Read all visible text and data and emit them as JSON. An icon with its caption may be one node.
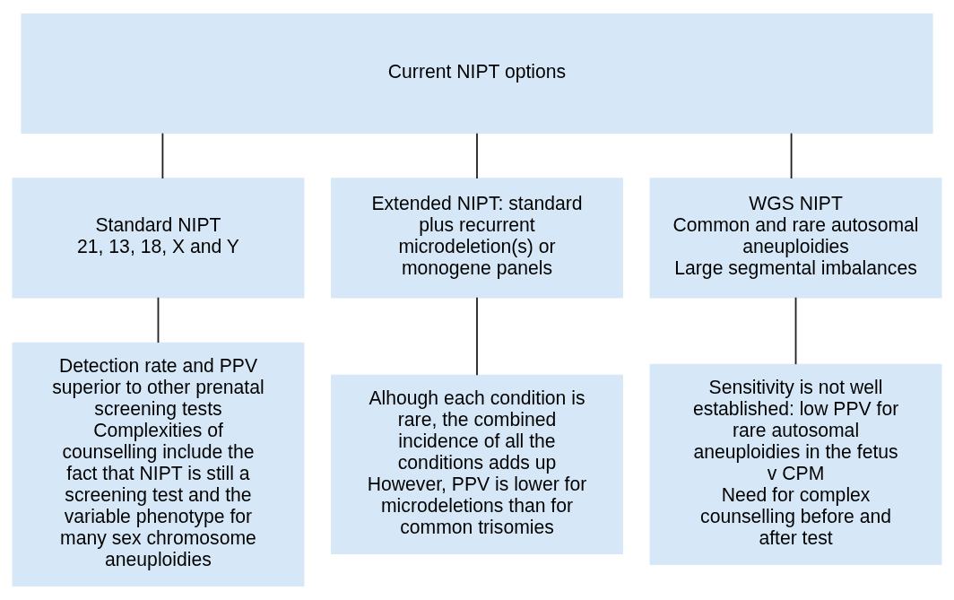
{
  "diagram": {
    "nodes": [
      {
        "text": [
          "Current NIPT options"
        ]
      },
      {
        "text": [
          "Standard NIPT",
          "21, 13, 18, X and Y"
        ]
      },
      {
        "text": [
          "Extended NIPT: standard plus recurrent microdeletion(s) or monogene panels"
        ]
      },
      {
        "text": [
          "WGS NIPT",
          "Common and rare autosomal aneuploidies",
          "Large segmental imbalances"
        ]
      },
      {
        "text": [
          "Detection rate and PPV superior to other prenatal screening tests",
          "Complexities of counselling include the fact that NIPT is still a screening test and the variable phenotype for many sex chromosome aneuploidies"
        ]
      },
      {
        "text": [
          "Alhough each condition is rare, the combined incidence of all the conditions adds up",
          "However, PPV is lower for microdeletions than for common trisomies"
        ]
      },
      {
        "text": [
          "Sensitivity is not well established: low PPV for rare autosomal aneuploidies in the fetus v CPM",
          "Need for complex counselling before and after test"
        ]
      }
    ],
    "edges": [
      {
        "from": 0,
        "to": 1,
        "arrow": "none"
      },
      {
        "from": 0,
        "to": 2,
        "arrow": "none"
      },
      {
        "from": 0,
        "to": 3,
        "arrow": "none"
      },
      {
        "from": 1,
        "to": 4,
        "arrow": "none"
      },
      {
        "from": 2,
        "to": 5,
        "arrow": "none"
      },
      {
        "from": 3,
        "to": 6,
        "arrow": "none"
      }
    ]
  }
}
